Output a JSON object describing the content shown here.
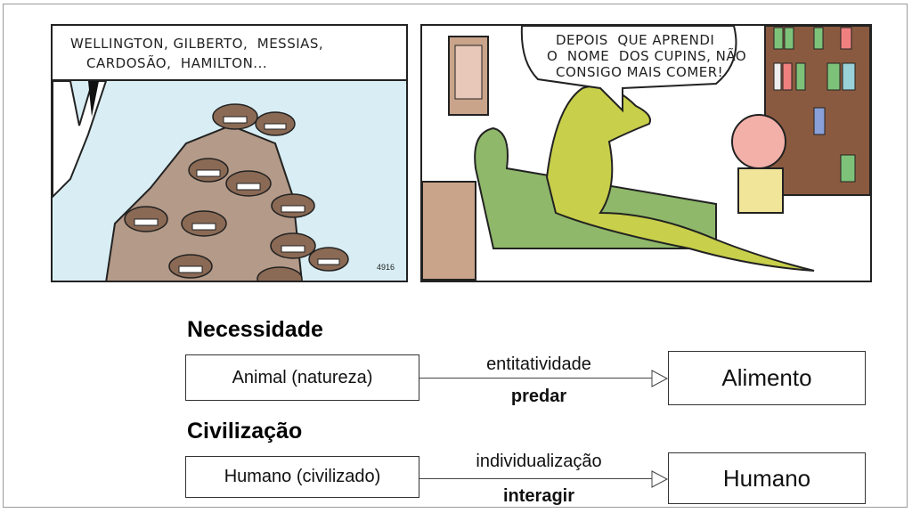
{
  "comic": {
    "panel1": {
      "caption_line1": "WELLINGTON, GILBERTO,  MESSIAS,",
      "caption_line2": "CARDOSÃO,  HAMILTON...",
      "signature": "4916"
    },
    "panel2": {
      "speech_line1": "DEPOIS  QUE APRENDI",
      "speech_line2": "O  NOME  DOS CUPINS, NÃO",
      "speech_line3": "CONSIGO MAIS COMER!"
    }
  },
  "diagram": {
    "sections": [
      {
        "title": "Necessidade",
        "source": "Animal (natureza)",
        "relation_top": "entitatividade",
        "relation_bottom": "predar",
        "target": "Alimento"
      },
      {
        "title": "Civilização",
        "source": "Humano (civilizado)",
        "relation_top": "individualização",
        "relation_bottom": "interagir",
        "target": "Humano"
      }
    ]
  },
  "colors": {
    "sky": "#d8eef4",
    "termite": "#8a6a55",
    "anteater": "#c8cf4a",
    "couch": "#8fb86a"
  }
}
